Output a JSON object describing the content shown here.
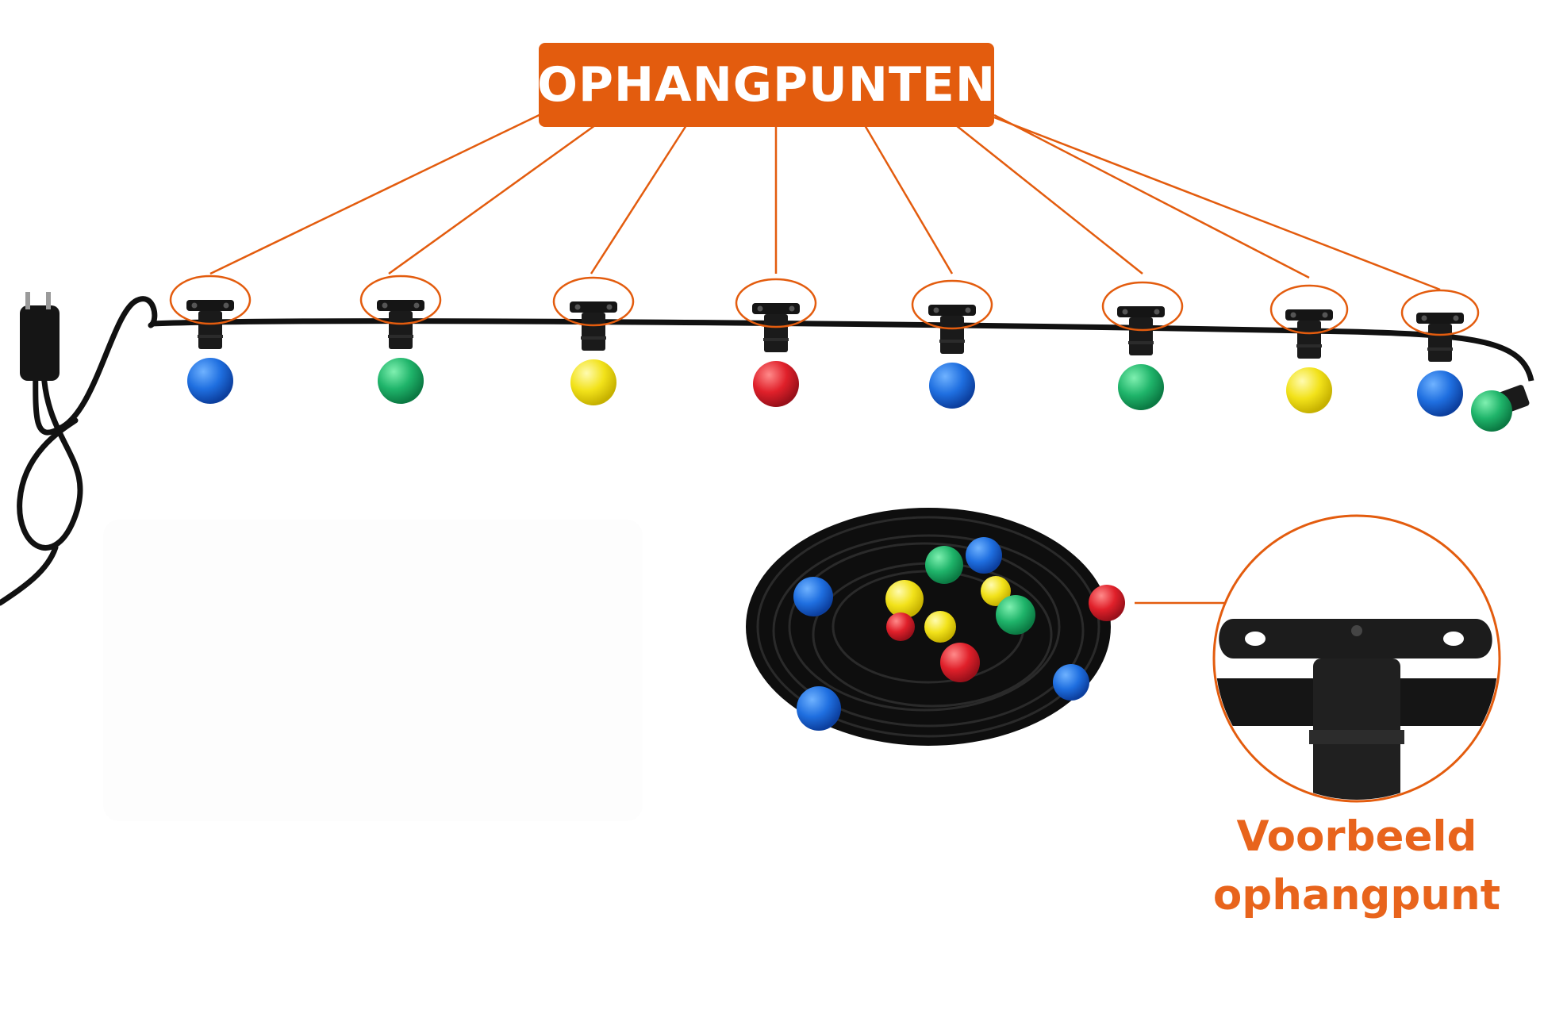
{
  "labels": {
    "title": "OPHANGPUNTEN",
    "caption_line1": "Voorbeeld",
    "caption_line2": "ophangpunt"
  },
  "colors": {
    "accent_orange": "#e35c0e",
    "caption_orange": "#e8641c",
    "cable": "#111111",
    "bulb_blue": "#1f6fe0",
    "bulb_green": "#1fb46a",
    "bulb_yellow": "#f2e21a",
    "bulb_red": "#e0202a"
  },
  "string_bulbs": [
    "blue",
    "green",
    "yellow",
    "red",
    "blue",
    "green",
    "yellow",
    "blue",
    "green"
  ]
}
